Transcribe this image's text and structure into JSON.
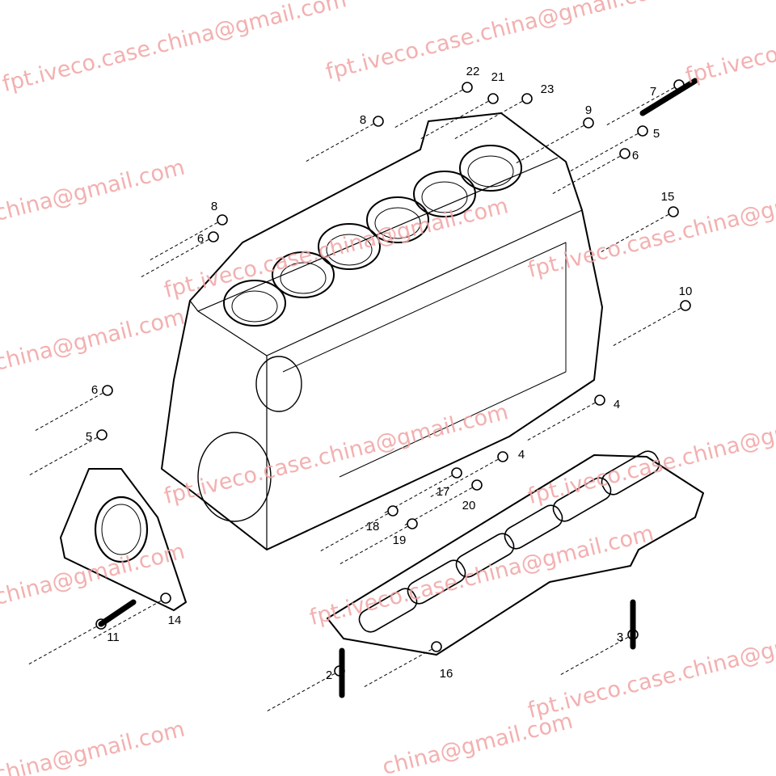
{
  "diagram": {
    "callouts": [
      "22",
      "21",
      "23",
      "7",
      "9",
      "8",
      "5",
      "6",
      "15",
      "8",
      "6",
      "10",
      "6",
      "4",
      "5",
      "4",
      "17",
      "20",
      "18",
      "19",
      "14",
      "11",
      "3",
      "16",
      "2"
    ],
    "parts": {
      "engine_block": "crankcase",
      "gasket": "16",
      "rear_cover": "14"
    }
  },
  "watermarks": {
    "site": "fpt.iveco.case.china@gmail.com",
    "email_fragment": "china@gmail.com"
  },
  "colors": {
    "line": "#000000",
    "watermark": "#f2a3a3"
  }
}
